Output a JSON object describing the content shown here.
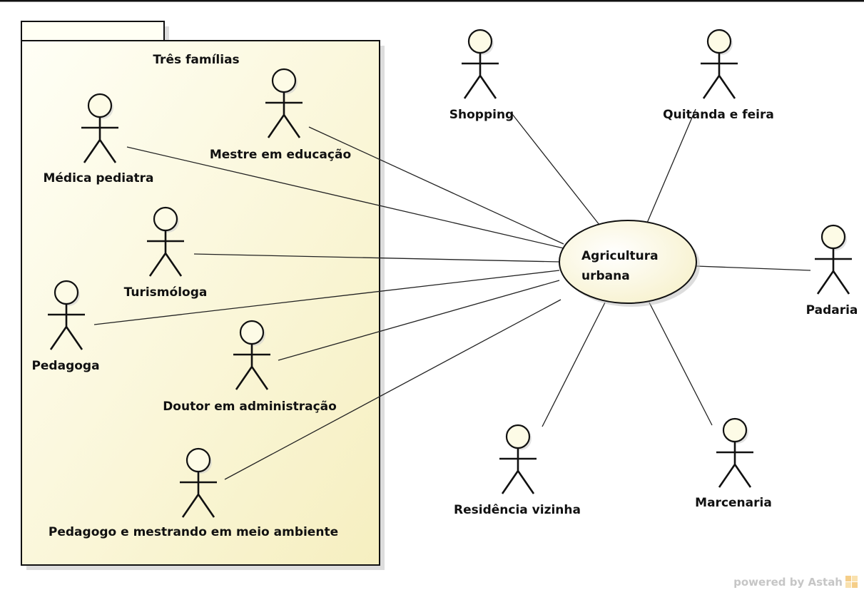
{
  "package": {
    "title": "Três famílias"
  },
  "use_case": {
    "line1": "Agricultura",
    "line2": "urbana"
  },
  "actors": {
    "medica": "Médica pediatra",
    "mestre": "Mestre em educação",
    "turismologa": "Turismóloga",
    "pedagoga": "Pedagoga",
    "doutor": "Doutor em administração",
    "pedagogo": "Pedagogo e mestrando em meio ambiente",
    "shopping": "Shopping",
    "quitanda": "Quitanda e feira",
    "padaria": "Padaria",
    "residencia": "Residência vizinha",
    "marcenaria": "Marcenaria"
  },
  "watermark": {
    "prefix": "powered by Astah"
  },
  "colors": {
    "package_fill_top": "#fffff4",
    "package_fill_bottom": "#f7f1c4",
    "actor_head": "#fdfbe6",
    "usecase_fill": "#fdfbe2",
    "ink": "#111111",
    "frame_left": "#9fb6c9"
  }
}
